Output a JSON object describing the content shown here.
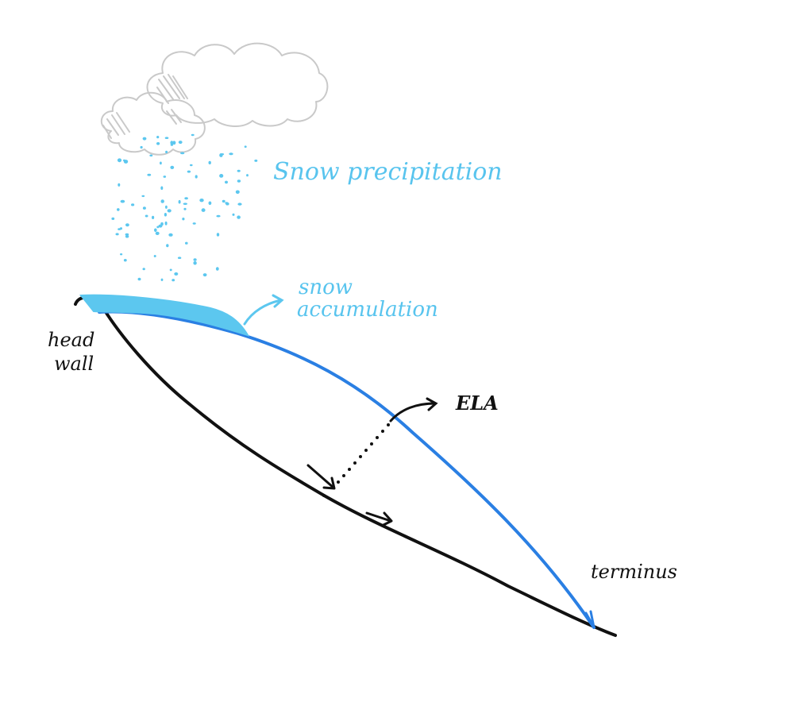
{
  "labels": {
    "snow_precipitation": "Snow precipitation",
    "snow_accumulation_line1": "snow",
    "snow_accumulation_line2": "accumulation",
    "headwall_line1": "head",
    "headwall_line2": "wall",
    "ela": "ELA",
    "terminus": "terminus"
  },
  "colors": {
    "cloud": "#c9c9c9",
    "snow": "#5cc7ef",
    "accumulation_fill": "#5cc7ef",
    "glacier_surface": "#2a7fe3",
    "bedrock": "#111111",
    "labels_blue": "#58c4ee",
    "labels_black": "#111111"
  },
  "icons": {
    "cloud": "cloud-icon",
    "snowflakes": "snowflake-dots",
    "flow_arrow": "arrow-right-icon"
  }
}
